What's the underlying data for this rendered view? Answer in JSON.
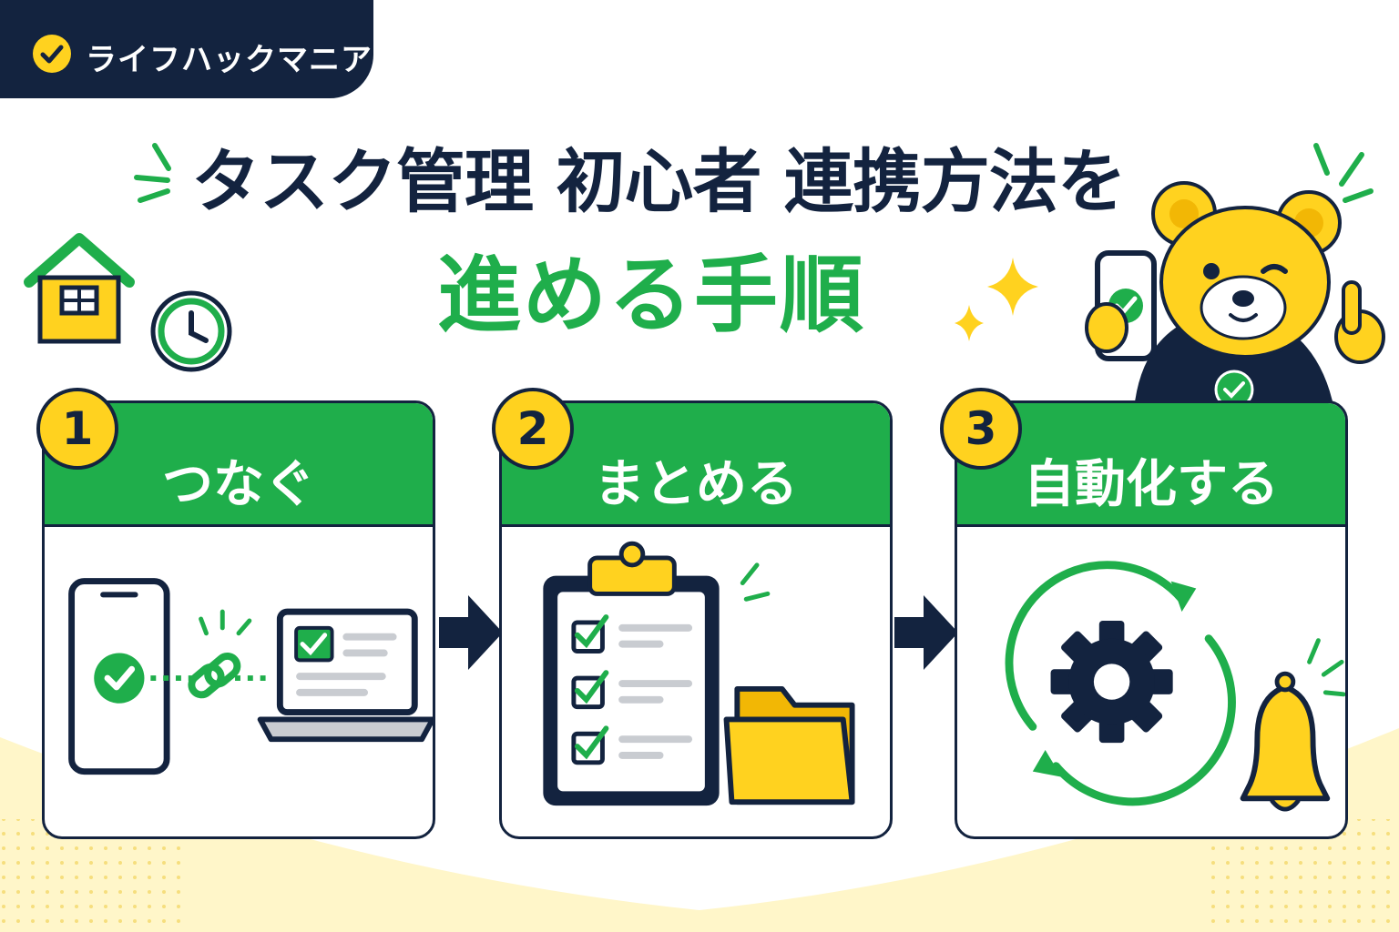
{
  "brand": {
    "name": "ライフハックマニア"
  },
  "title": {
    "line1": "タスク管理 初心者 連携方法を",
    "line2": "進める手順"
  },
  "steps": [
    {
      "number": "1",
      "label": "つなぐ"
    },
    {
      "number": "2",
      "label": "まとめる"
    },
    {
      "number": "3",
      "label": "自動化する"
    }
  ],
  "colors": {
    "navy": "#13233f",
    "green": "#1fae4b",
    "yellow": "#ffd21f",
    "gray": "#c9ccd1"
  },
  "icons": {
    "brand": "check-circle-icon",
    "step1": [
      "smartphone-icon",
      "link-icon",
      "laptop-icon"
    ],
    "step2": [
      "clipboard-checklist-icon",
      "folder-icon"
    ],
    "step3": [
      "gear-icon",
      "refresh-cycle-icon",
      "bell-icon"
    ],
    "decor": [
      "house-icon",
      "clock-icon",
      "sparkle-icon",
      "bear-mascot"
    ]
  }
}
